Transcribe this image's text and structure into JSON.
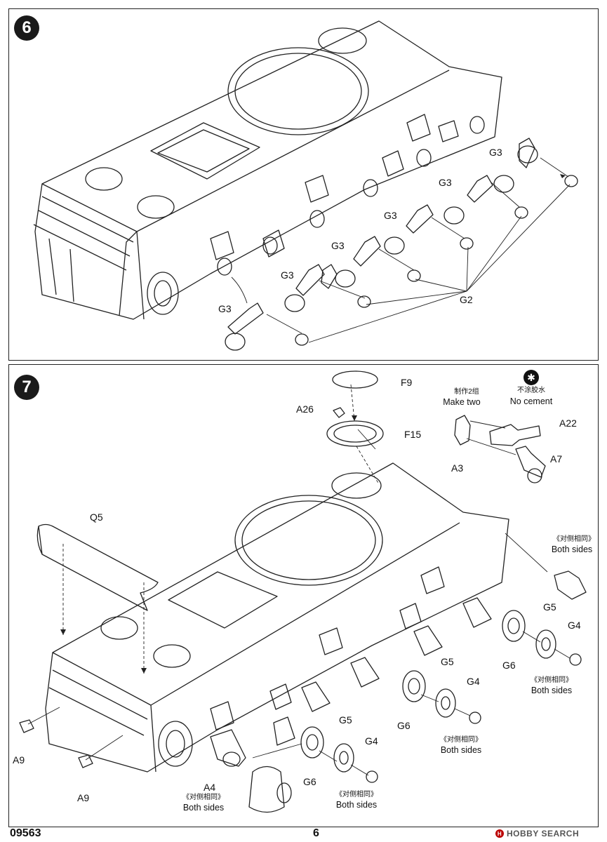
{
  "steps": {
    "step6": "6",
    "step7": "7"
  },
  "step6": {
    "labels": {
      "g3": "G3",
      "g2": "G2"
    }
  },
  "step7": {
    "labels": {
      "f9": "F9",
      "a26": "A26",
      "f15": "F15",
      "q5": "Q5",
      "a22": "A22",
      "a7": "A7",
      "a3": "A3",
      "a9": "A9",
      "a4": "A4",
      "g4": "G4",
      "g5": "G5",
      "g6": "G6"
    },
    "make_two_cn": "制作2组",
    "make_two_en": "Make two",
    "no_cement_cn": "不涂胶水",
    "no_cement_en": "No cement",
    "both_sides_cn": "《对侧相同》",
    "both_sides_en": "Both sides"
  },
  "footer": {
    "product_code": "09563",
    "page_number": "6",
    "watermark_brand": "HOBBY SEARCH",
    "watermark_mark": "H"
  },
  "colors": {
    "ink": "#111111",
    "panel_border": "#222222",
    "step_badge": "#1a1a1a"
  }
}
